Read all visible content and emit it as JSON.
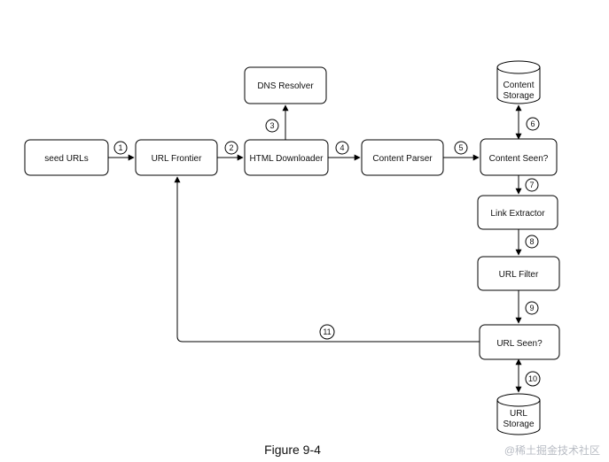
{
  "nodes": {
    "seed_urls": "seed URLs",
    "url_frontier": "URL Frontier",
    "html_downloader": "HTML Downloader",
    "dns_resolver": "DNS Resolver",
    "content_parser": "Content Parser",
    "content_seen": "Content Seen?",
    "content_storage": [
      "Content",
      "Storage"
    ],
    "link_extractor": "Link Extractor",
    "url_filter": "URL Filter",
    "url_seen": "URL Seen?",
    "url_storage": [
      "URL",
      "Storage"
    ]
  },
  "steps": [
    "1",
    "2",
    "3",
    "4",
    "5",
    "6",
    "7",
    "8",
    "9",
    "10",
    "11"
  ],
  "caption": "Figure 9-4",
  "watermark": "@稀土掘金技术社区",
  "colors": {
    "stroke": "#000000",
    "fill": "#ffffff",
    "text": "#111111"
  }
}
